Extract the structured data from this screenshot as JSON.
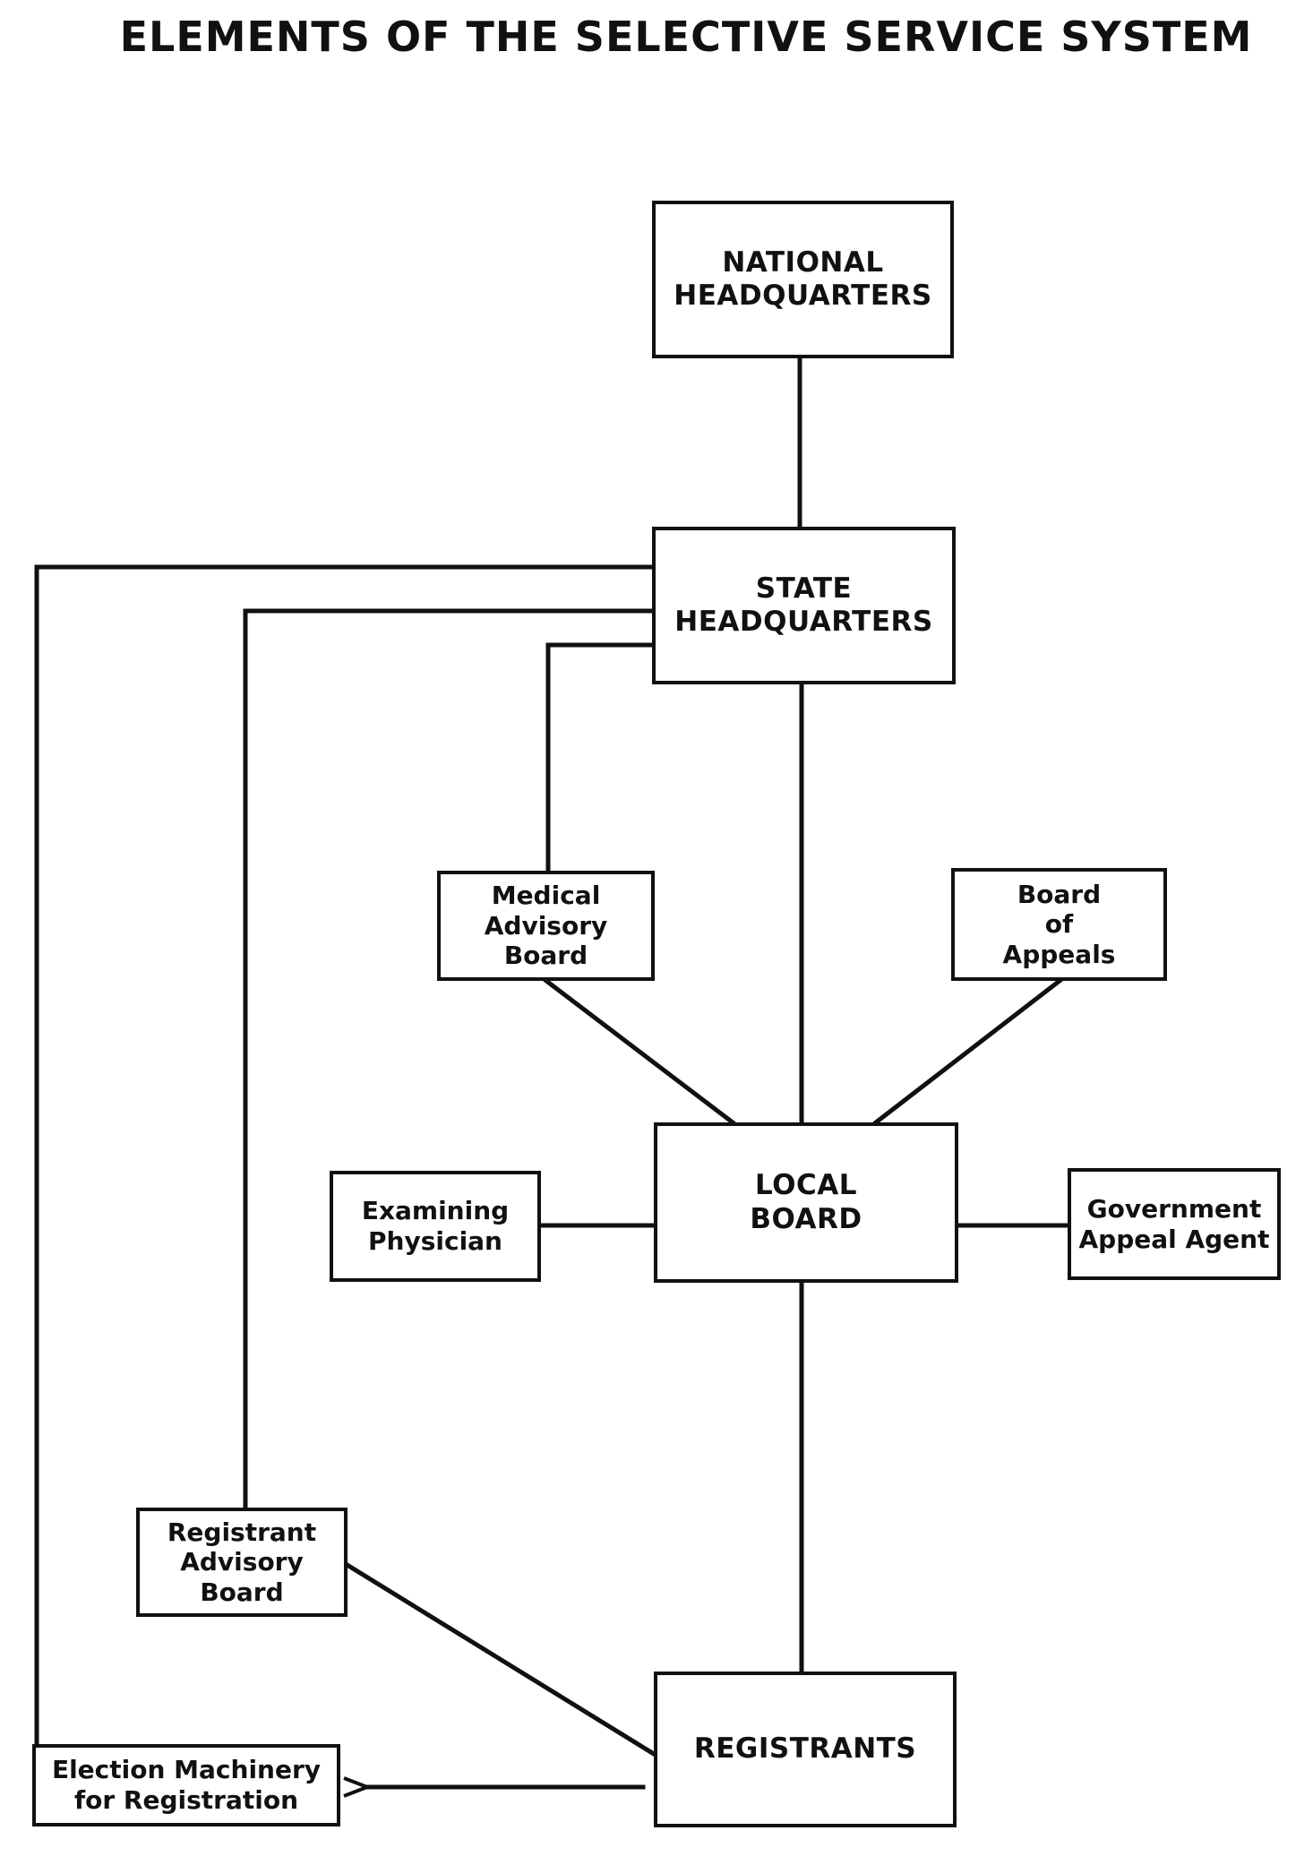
{
  "title": "ELEMENTS OF THE SELECTIVE SERVICE SYSTEM",
  "nodes": {
    "national_hq": "NATIONAL\nHEADQUARTERS",
    "state_hq": "STATE\nHEADQUARTERS",
    "medical_board": "Medical\nAdvisory\nBoard",
    "board_of_appeals": "Board\nof\nAppeals",
    "local_board": "LOCAL\nBOARD",
    "examining_physician": "Examining\nPhysician",
    "gov_appeal_agent": "Government\nAppeal Agent",
    "registrant_advisory_board": "Registrant\nAdvisory\nBoard",
    "registrants": "REGISTRANTS",
    "election_machinery": "Election Machinery\nfor Registration"
  },
  "edges": [
    {
      "from": "national_hq",
      "to": "state_hq",
      "type": "line"
    },
    {
      "from": "state_hq",
      "to": "local_board",
      "type": "line"
    },
    {
      "from": "state_hq",
      "to": "medical_board",
      "type": "line"
    },
    {
      "from": "state_hq",
      "to": "registrant_advisory_board",
      "type": "line"
    },
    {
      "from": "state_hq",
      "to": "election_machinery",
      "type": "line"
    },
    {
      "from": "medical_board",
      "to": "local_board",
      "type": "line"
    },
    {
      "from": "board_of_appeals",
      "to": "local_board",
      "type": "line"
    },
    {
      "from": "examining_physician",
      "to": "local_board",
      "type": "line"
    },
    {
      "from": "local_board",
      "to": "gov_appeal_agent",
      "type": "line"
    },
    {
      "from": "local_board",
      "to": "registrants",
      "type": "line"
    },
    {
      "from": "registrant_advisory_board",
      "to": "registrants",
      "type": "line"
    },
    {
      "from": "registrants",
      "to": "election_machinery",
      "type": "arrow"
    }
  ],
  "colors": {
    "ink": "#111111",
    "paper": "#ffffff"
  }
}
